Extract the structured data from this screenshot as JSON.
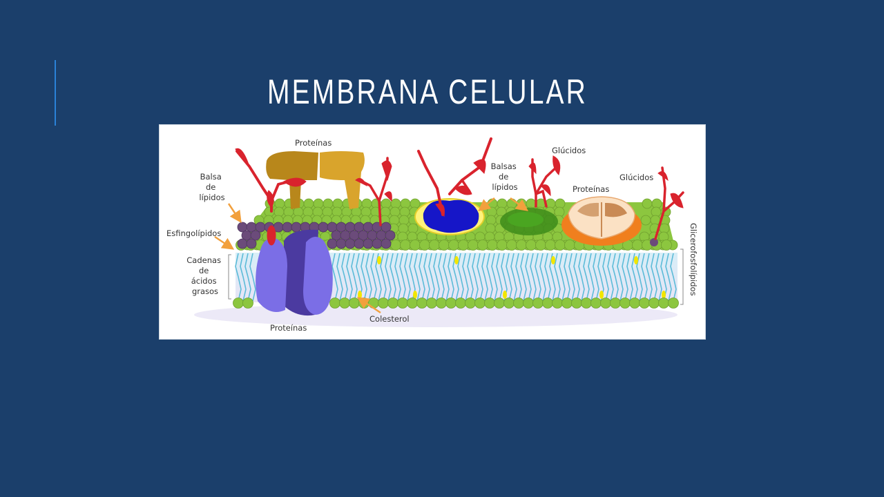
{
  "slide": {
    "title": "MEMBRANA CELULAR"
  },
  "diagram": {
    "labels": {
      "proteinas_top": "Proteínas",
      "balsa_de_lipidos": [
        "Balsa",
        "de",
        "lípidos"
      ],
      "esfingolipidos": "Esfingolípidos",
      "cadenas_acidos_grasos": [
        "Cadenas",
        "de",
        "ácidos",
        "grasos"
      ],
      "proteinas_bottom": "Proteínas",
      "colesterol": "Colesterol",
      "balsas_de_lipidos": [
        "Balsas",
        "de",
        "lípidos"
      ],
      "glucidos_1": "Glúcidos",
      "glucidos_2": "Glúcidos",
      "proteinas_right": "Proteínas",
      "glicerofosfolipidos": "Glicerofosfolípidos"
    },
    "colors": {
      "background": "#1b3f6b",
      "accent": "#2a82d8",
      "phospholipid_head": "#8cc63f",
      "sphingolipid_head": "#6b4b7a",
      "fatty_acid_tail": "#5bbbd8",
      "cholesterol": "#f2e600",
      "glycan": "#d9232d",
      "protein_gold": "#d4a12a",
      "protein_violet": "#7b6ee6",
      "protein_blue": "#1616c8",
      "raft_green": "#3d8c1a",
      "protein_orange": "#f07f1e",
      "arrow": "#f2a03d"
    }
  }
}
